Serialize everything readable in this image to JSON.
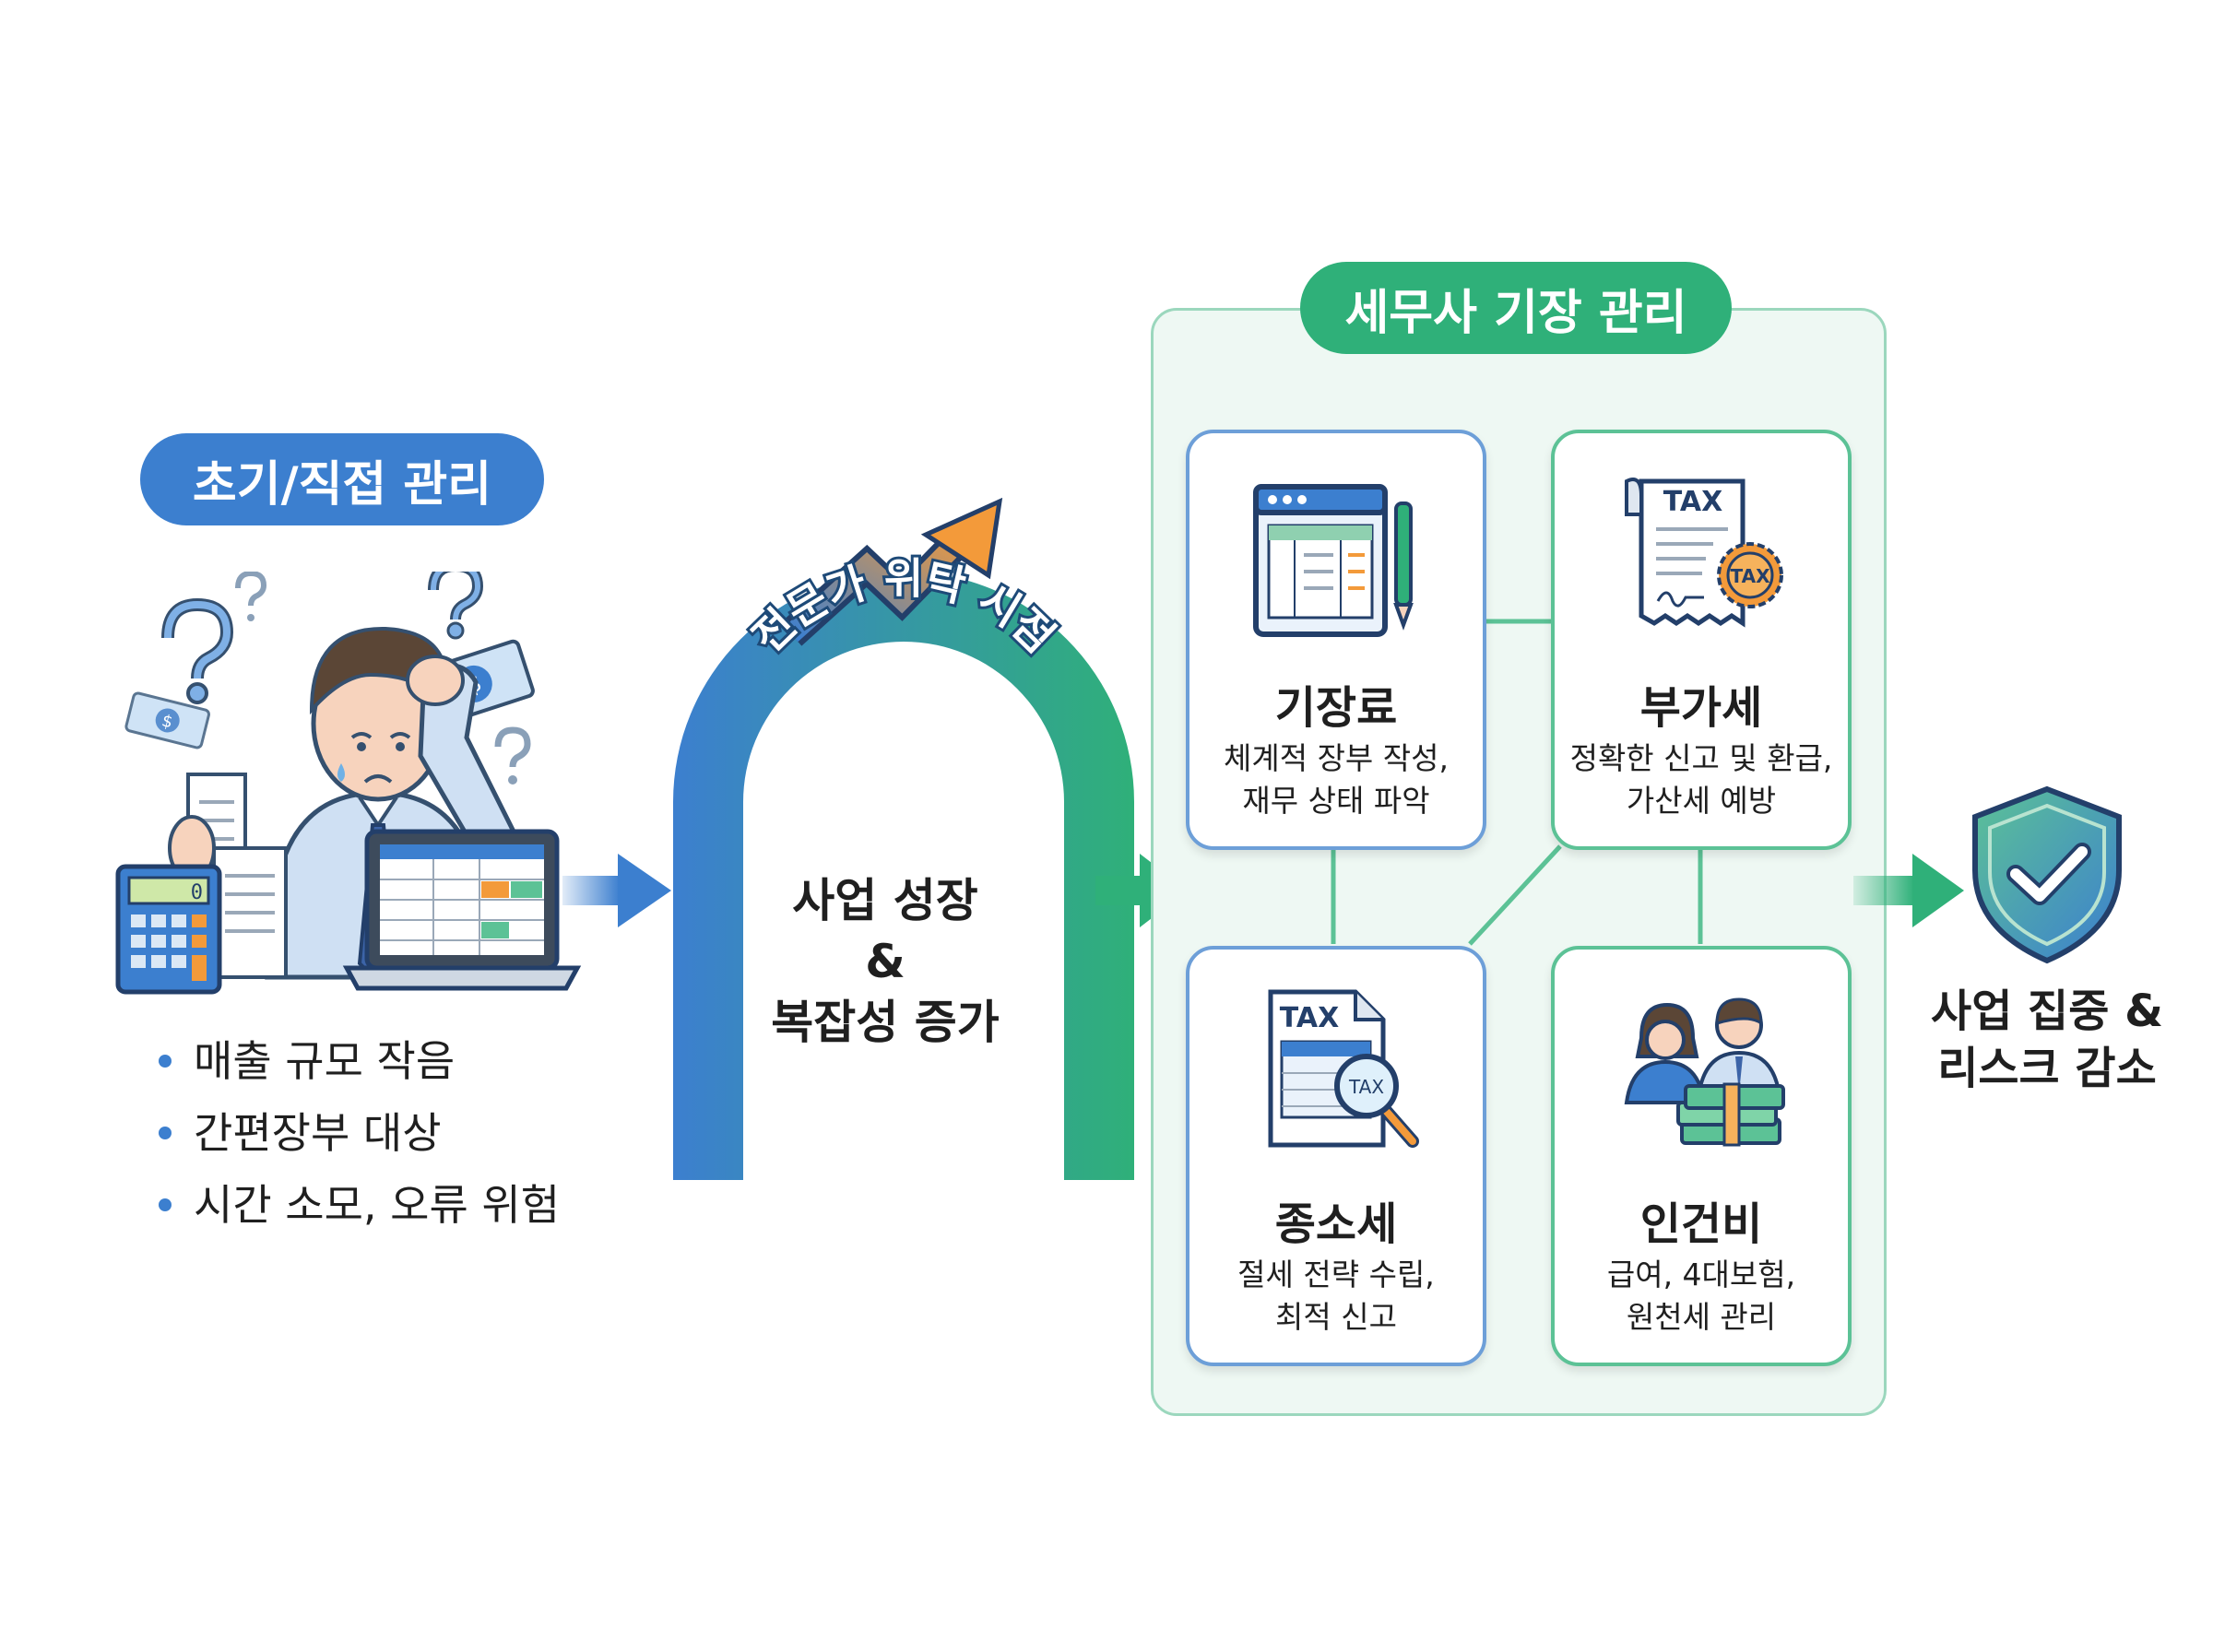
{
  "left": {
    "label": "초기/직접 관리",
    "bullets": [
      "매출 규모 작음",
      "간편장부 대상",
      "시간 소모, 오류 위험"
    ],
    "calculator_display": "0"
  },
  "middle": {
    "arch_label": "전문가 위탁 시점",
    "text_line1": "사업 성장",
    "text_line2": "&",
    "text_line3": "복잡성 증가"
  },
  "right": {
    "label": "세무사 기장 관리",
    "cards": [
      {
        "title": "기장료",
        "desc1": "체계적 장부 작성,",
        "desc2": "재무 상태 파악",
        "icon": "ledger-icon"
      },
      {
        "title": "부가세",
        "desc1": "정확한 신고 및 환급,",
        "desc2": "가산세 예방",
        "icon": "tax-document-icon",
        "icon_text": "TAX",
        "seal_text": "TAX"
      },
      {
        "title": "종소세",
        "desc1": "절세 전략 수립,",
        "desc2": "최적 신고",
        "icon": "tax-search-icon",
        "icon_text": "TAX",
        "lens_text": "TAX"
      },
      {
        "title": "인건비",
        "desc1": "급여, 4대보험,",
        "desc2": "원천세 관리",
        "icon": "people-money-icon"
      }
    ]
  },
  "final": {
    "line1": "사업 집중 &",
    "line2": "리스크 감소",
    "icon": "shield-check-icon"
  },
  "colors": {
    "blue": "#3c7fcf",
    "green": "#2fb079"
  }
}
